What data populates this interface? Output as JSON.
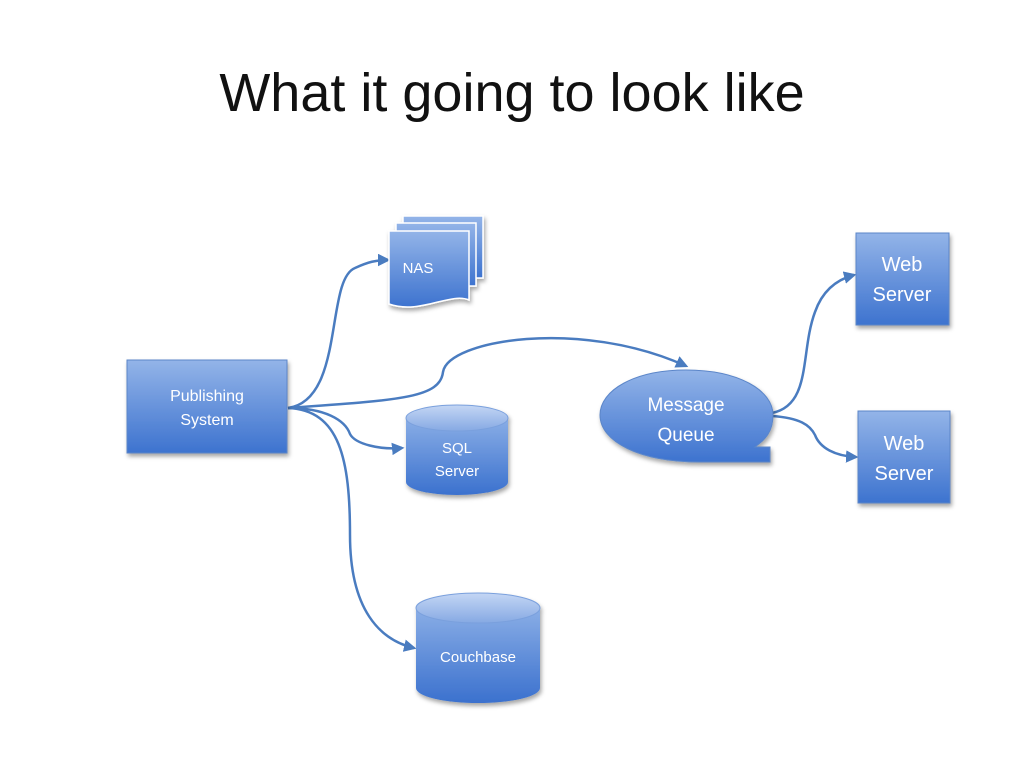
{
  "slide": {
    "title": "What it going to look like"
  },
  "nodes": {
    "publishing": {
      "line1": "Publishing",
      "line2": "System"
    },
    "nas": {
      "label": "NAS"
    },
    "sql": {
      "line1": "SQL",
      "line2": "Server"
    },
    "couchbase": {
      "label": "Couchbase"
    },
    "queue": {
      "line1": "Message",
      "line2": "Queue"
    },
    "web1": {
      "line1": "Web",
      "line2": "Server"
    },
    "web2": {
      "line1": "Web",
      "line2": "Server"
    }
  },
  "colors": {
    "node_fill_top": "#8fb1e6",
    "node_fill_bottom": "#3e74cf",
    "connector": "#4a7cc0",
    "label": "#ffffff"
  },
  "icons": [
    "document-stack-icon",
    "database-cylinder-icon",
    "speech-bubble-icon",
    "rectangle-icon"
  ]
}
